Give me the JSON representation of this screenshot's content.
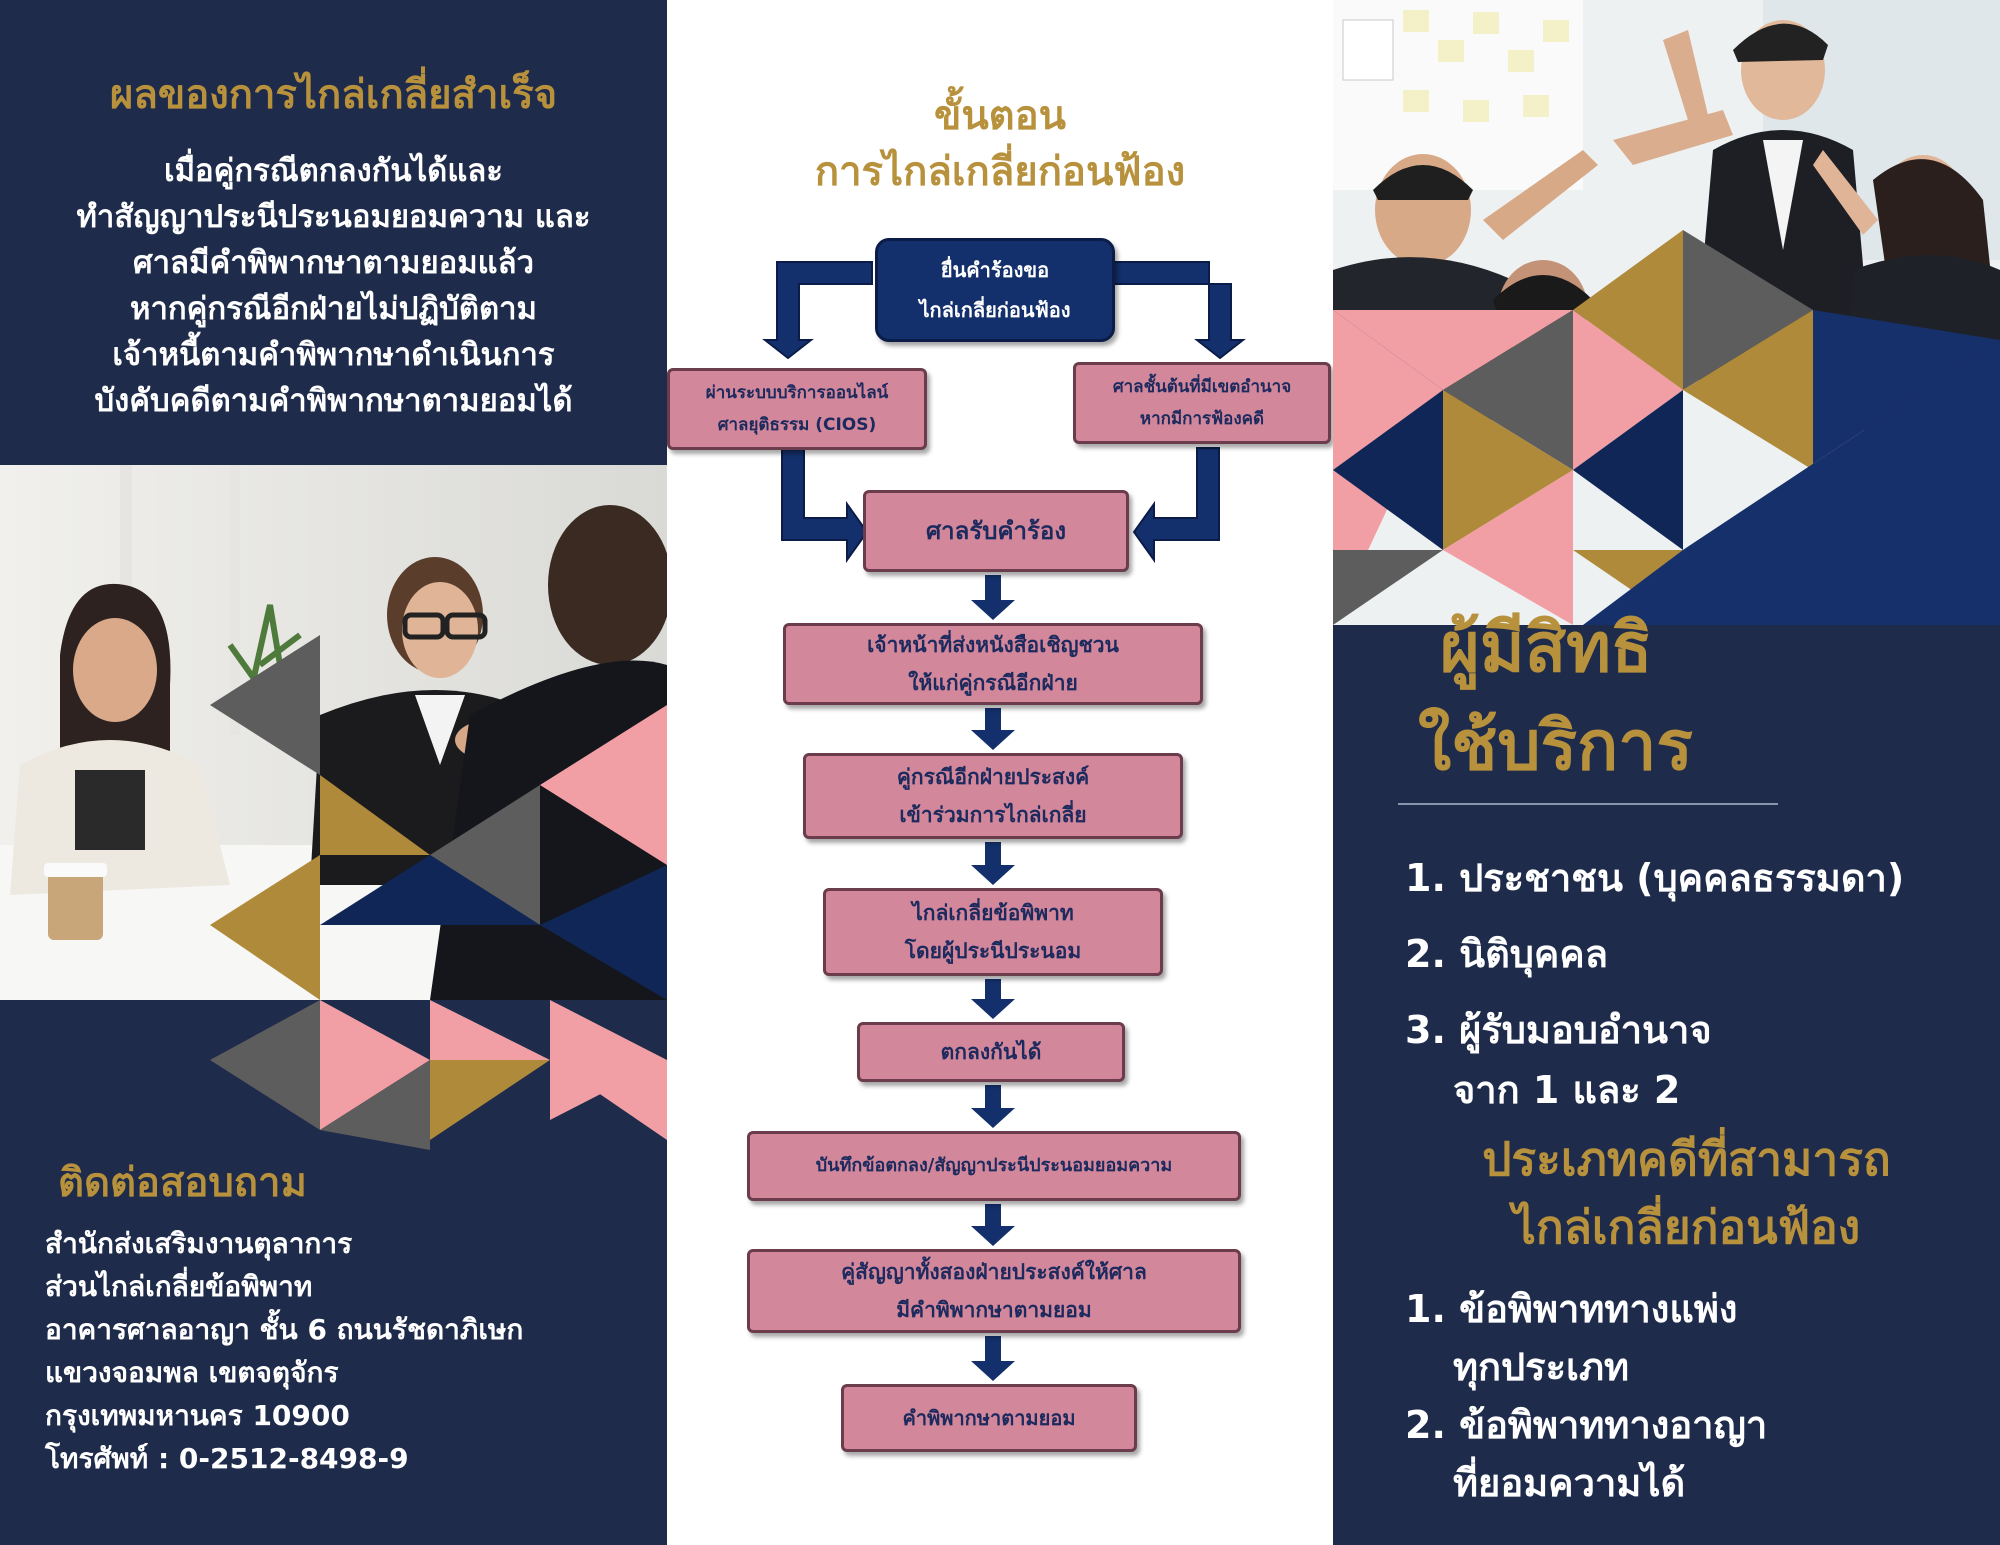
{
  "left": {
    "title": "ผลของการไกล่เกลี่ยสำเร็จ",
    "body": [
      "เมื่อคู่กรณีตกลงกันได้และ",
      "ทำสัญญาประนีประนอมยอมความ และ",
      "ศาลมีคำพิพากษาตามยอมแล้ว",
      "หากคู่กรณีอีกฝ่ายไม่ปฏิบัติตาม",
      "เจ้าหนี้ตามคำพิพากษาดำเนินการ",
      "บังคับคดีตามคำพิพากษาตามยอมได้"
    ],
    "contact_title": "ติดต่อสอบถาม",
    "contact": [
      "สำนักส่งเสริมงานตุลาการ",
      "ส่วนไกล่เกลี่ยข้อพิพาท",
      "อาคารศาลอาญา ชั้น 6 ถนนรัชดาภิเษก",
      "แขวงจอมพล เขตจตุจักร",
      "กรุงเทพมหานคร 10900",
      "โทรศัพท์ : 0-2512-8498-9"
    ]
  },
  "middle": {
    "title": [
      "ขั้นตอน",
      "การไกล่เกลี่ยก่อนฟ้อง"
    ],
    "steps": {
      "start": [
        "ยื่นคำร้องขอ",
        "ไกล่เกลี่ยก่อนฟ้อง"
      ],
      "online": [
        "ผ่านระบบบริการออนไลน์",
        "ศาลยุติธรรม (CIOS)"
      ],
      "court": [
        "ศาลชั้นต้นที่มีเขตอำนาจ",
        "หากมีการฟ้องคดี"
      ],
      "receive": [
        "ศาลรับคำร้อง"
      ],
      "invite": [
        "เจ้าหน้าที่ส่งหนังสือเชิญชวน",
        "ให้แก่คู่กรณีอีกฝ่าย"
      ],
      "join": [
        "คู่กรณีอีกฝ่ายประสงค์",
        "เข้าร่วมการไกล่เกลี่ย"
      ],
      "mediate": [
        "ไกล่เกลี่ยข้อพิพาท",
        "โดยผู้ประนีประนอม"
      ],
      "agree": [
        "ตกลงกันได้"
      ],
      "record": [
        "บันทึกข้อตกลง/สัญญาประนีประนอมยอมความ"
      ],
      "request": [
        "คู่สัญญาทั้งสองฝ่ายประสงค์ให้ศาล",
        "มีคำพิพากษาตามยอม"
      ],
      "judgment": [
        "คำพิพากษาตามยอม"
      ]
    }
  },
  "right": {
    "title": [
      "ผู้มีสิทธิ",
      "ใช้บริการ"
    ],
    "eligible": [
      "1. ประชาชน (บุคคลธรรมดา)",
      "2. นิติบุคคล",
      "3. ผู้รับมอบอำนาจ",
      "จาก 1 และ 2"
    ],
    "case_title": [
      "ประเภทคดีที่สามารถ",
      "ไกล่เกลี่ยก่อนฟ้อง"
    ],
    "cases": [
      "1. ข้อพิพาททางแพ่ง",
      "ทุกประเภท",
      "2. ข้อพิพาททางอาญา",
      "ที่ยอมความได้"
    ]
  },
  "colors": {
    "navy": "#1e2b4a",
    "gold": "#b8913d",
    "pink": "#d3879b",
    "deep_blue": "#14306c"
  }
}
